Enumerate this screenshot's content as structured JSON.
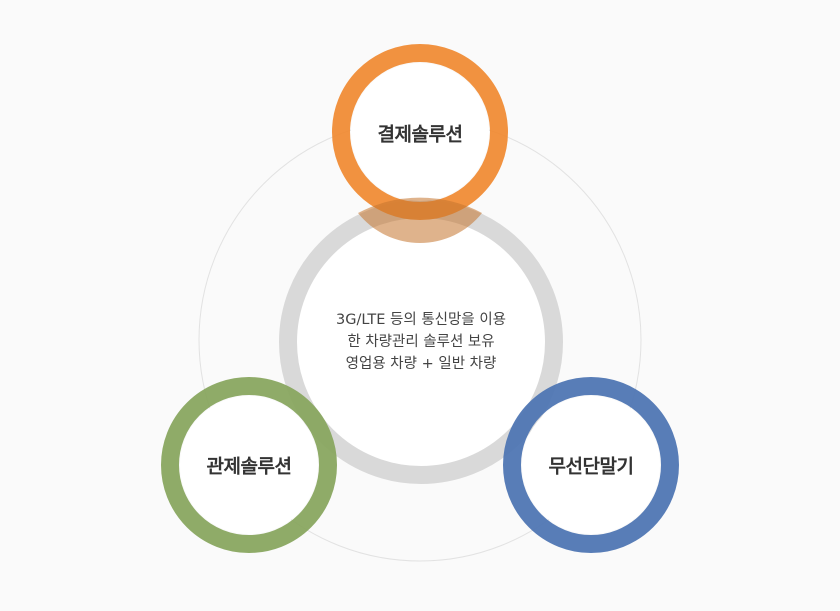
{
  "diagram": {
    "top_node": {
      "label": "결제솔루션",
      "color": "#f08a32"
    },
    "left_node": {
      "label": "관제솔루션",
      "color": "#87a55c"
    },
    "right_node": {
      "label": "무선단말기",
      "color": "#4f76b3"
    },
    "center": {
      "lines": [
        "3G/LTE 등의 통신망을 이용",
        "한 차량관리 솔루션 보유",
        "영업용 차량 + 일반 차량"
      ],
      "ring_color": "#d9d9d9"
    },
    "orbit_color": "#e2e2e2"
  }
}
